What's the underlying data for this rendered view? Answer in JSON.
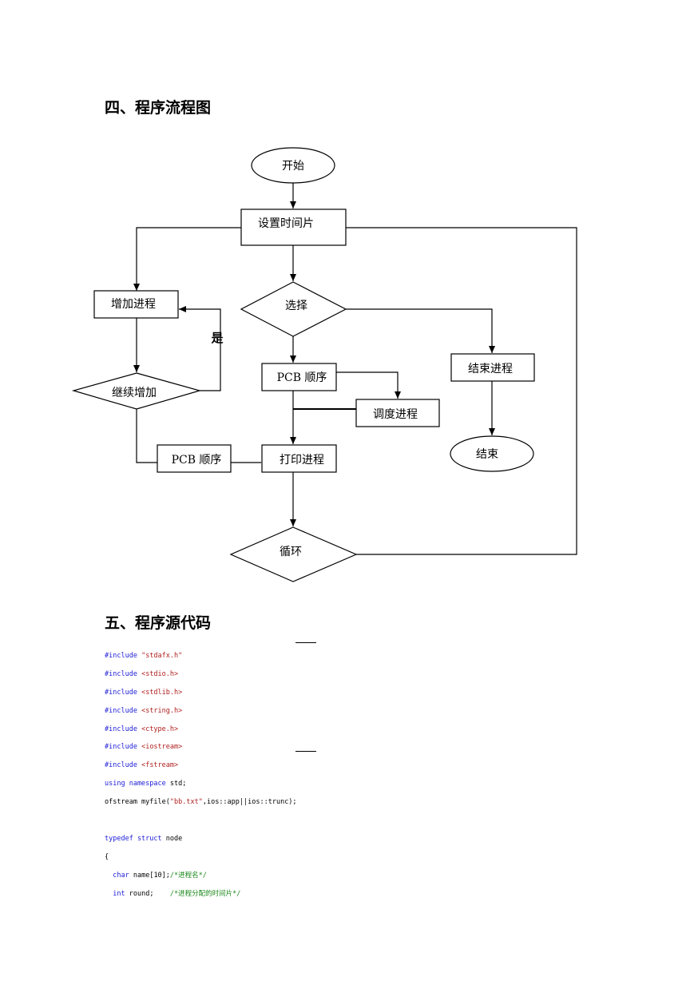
{
  "section4": {
    "title": "四、程序流程图"
  },
  "flowchart": {
    "start": "开始",
    "set_time_slice": "设置时间片",
    "add_process": "增加进程",
    "select": "选择",
    "yes_label": "是",
    "continue_add": "继续增加",
    "pcb_order_1": "PCB 顺序",
    "end_process": "结束进程",
    "schedule_process": "调度进程",
    "pcb_order_2": "PCB 顺序",
    "print_process": "打印进程",
    "end": "结束",
    "loop": "循环"
  },
  "section5": {
    "title": "五、程序源代码"
  },
  "code": {
    "l1": {
      "kw": "#include",
      "str": "\"stdafx.h\""
    },
    "l2": {
      "kw": "#include",
      "str": "<stdio.h>"
    },
    "l3": {
      "kw": "#include",
      "str": "<stdlib.h>"
    },
    "l4": {
      "kw": "#include",
      "str": "<string.h>"
    },
    "l5": {
      "kw": "#include",
      "str": "<ctype.h>"
    },
    "l6": {
      "kw": "#include",
      "str": "<iostream>"
    },
    "l7": {
      "kw": "#include",
      "str": "<fstream>"
    },
    "l8": {
      "kw": "using namespace",
      "rest": " std;"
    },
    "l9": {
      "pre": "ofstream myfile(",
      "str": "\"bb.txt\"",
      "post": ",ios::app||ios::trunc);"
    },
    "l10": {
      "kw": "typedef struct",
      "rest": " node"
    },
    "l11": {
      "text": "{"
    },
    "l12": {
      "indent": "  ",
      "kw": "char",
      "rest": " name[10];",
      "cm": "/*进程名*/"
    },
    "l13": {
      "indent": "  ",
      "kw": "int",
      "rest": " round;    ",
      "cm": "/*进程分配的时间片*/"
    }
  }
}
